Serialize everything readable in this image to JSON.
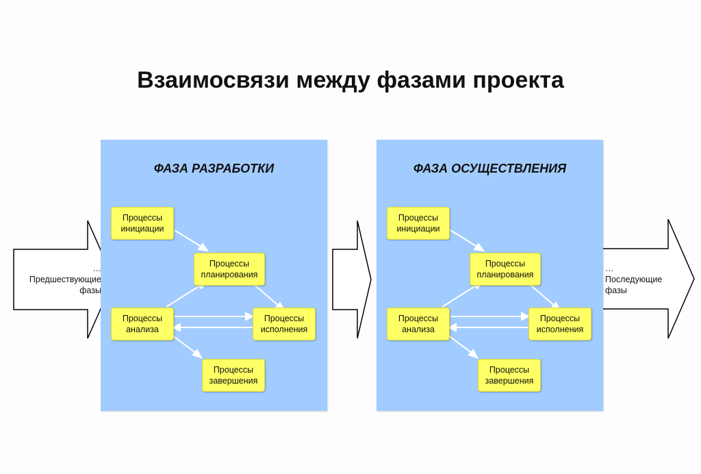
{
  "title": "Взаимосвязи между фазами проекта",
  "phases": [
    {
      "title": "ФАЗА РАЗРАБОТКИ",
      "boxes": {
        "initiation": [
          "Процессы",
          "инициации"
        ],
        "planning": [
          "Процессы",
          "планирования"
        ],
        "analysis": [
          "Процессы",
          "анализа"
        ],
        "execution": [
          "Процессы",
          "исполнения"
        ],
        "closing": [
          "Процессы",
          "завершения"
        ]
      }
    },
    {
      "title": "ФАЗА ОСУЩЕСТВЛЕНИЯ",
      "boxes": {
        "initiation": [
          "Процессы",
          "инициации"
        ],
        "planning": [
          "Процессы",
          "планирования"
        ],
        "analysis": [
          "Процессы",
          "анализа"
        ],
        "execution": [
          "Процессы",
          "исполнения"
        ],
        "closing": [
          "Процессы",
          "завершения"
        ]
      }
    }
  ],
  "left_arrow": {
    "line1": "…",
    "line2": "Предшествующие",
    "line3": "фазы"
  },
  "right_arrow": {
    "line1": "…",
    "line2": "Последующие",
    "line3": "фазы"
  },
  "colors": {
    "phase_bg": "#a2ccff",
    "process_box": "#ffff66",
    "link_line": "#ffffff",
    "arrow_fill": "#ffffff",
    "arrow_stroke": "#000000"
  }
}
